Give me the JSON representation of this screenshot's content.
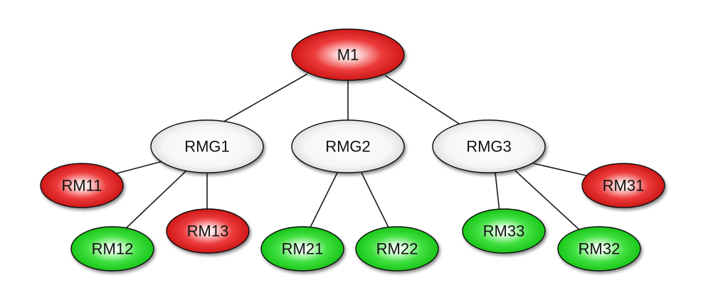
{
  "colors": {
    "root": "#e01010",
    "failed": "#d81818",
    "ok": "#18d418",
    "group": "#dcdcdc"
  },
  "nodes": {
    "m1": {
      "label": "M1",
      "status": "root"
    },
    "rmg1": {
      "label": "RMG1",
      "status": "group"
    },
    "rmg2": {
      "label": "RMG2",
      "status": "group"
    },
    "rmg3": {
      "label": "RMG3",
      "status": "group"
    },
    "rm11": {
      "label": "RM11",
      "status": "failed"
    },
    "rm12": {
      "label": "RM12",
      "status": "ok"
    },
    "rm13": {
      "label": "RM13",
      "status": "failed"
    },
    "rm21": {
      "label": "RM21",
      "status": "ok"
    },
    "rm22": {
      "label": "RM22",
      "status": "ok"
    },
    "rm33": {
      "label": "RM33",
      "status": "ok"
    },
    "rm32": {
      "label": "RM32",
      "status": "ok"
    },
    "rm31": {
      "label": "RM31",
      "status": "failed"
    }
  },
  "edges": [
    [
      "m1",
      "rmg1"
    ],
    [
      "m1",
      "rmg2"
    ],
    [
      "m1",
      "rmg3"
    ],
    [
      "rmg1",
      "rm11"
    ],
    [
      "rmg1",
      "rm12"
    ],
    [
      "rmg1",
      "rm13"
    ],
    [
      "rmg2",
      "rm21"
    ],
    [
      "rmg2",
      "rm22"
    ],
    [
      "rmg3",
      "rm33"
    ],
    [
      "rmg3",
      "rm32"
    ],
    [
      "rmg3",
      "rm31"
    ]
  ]
}
